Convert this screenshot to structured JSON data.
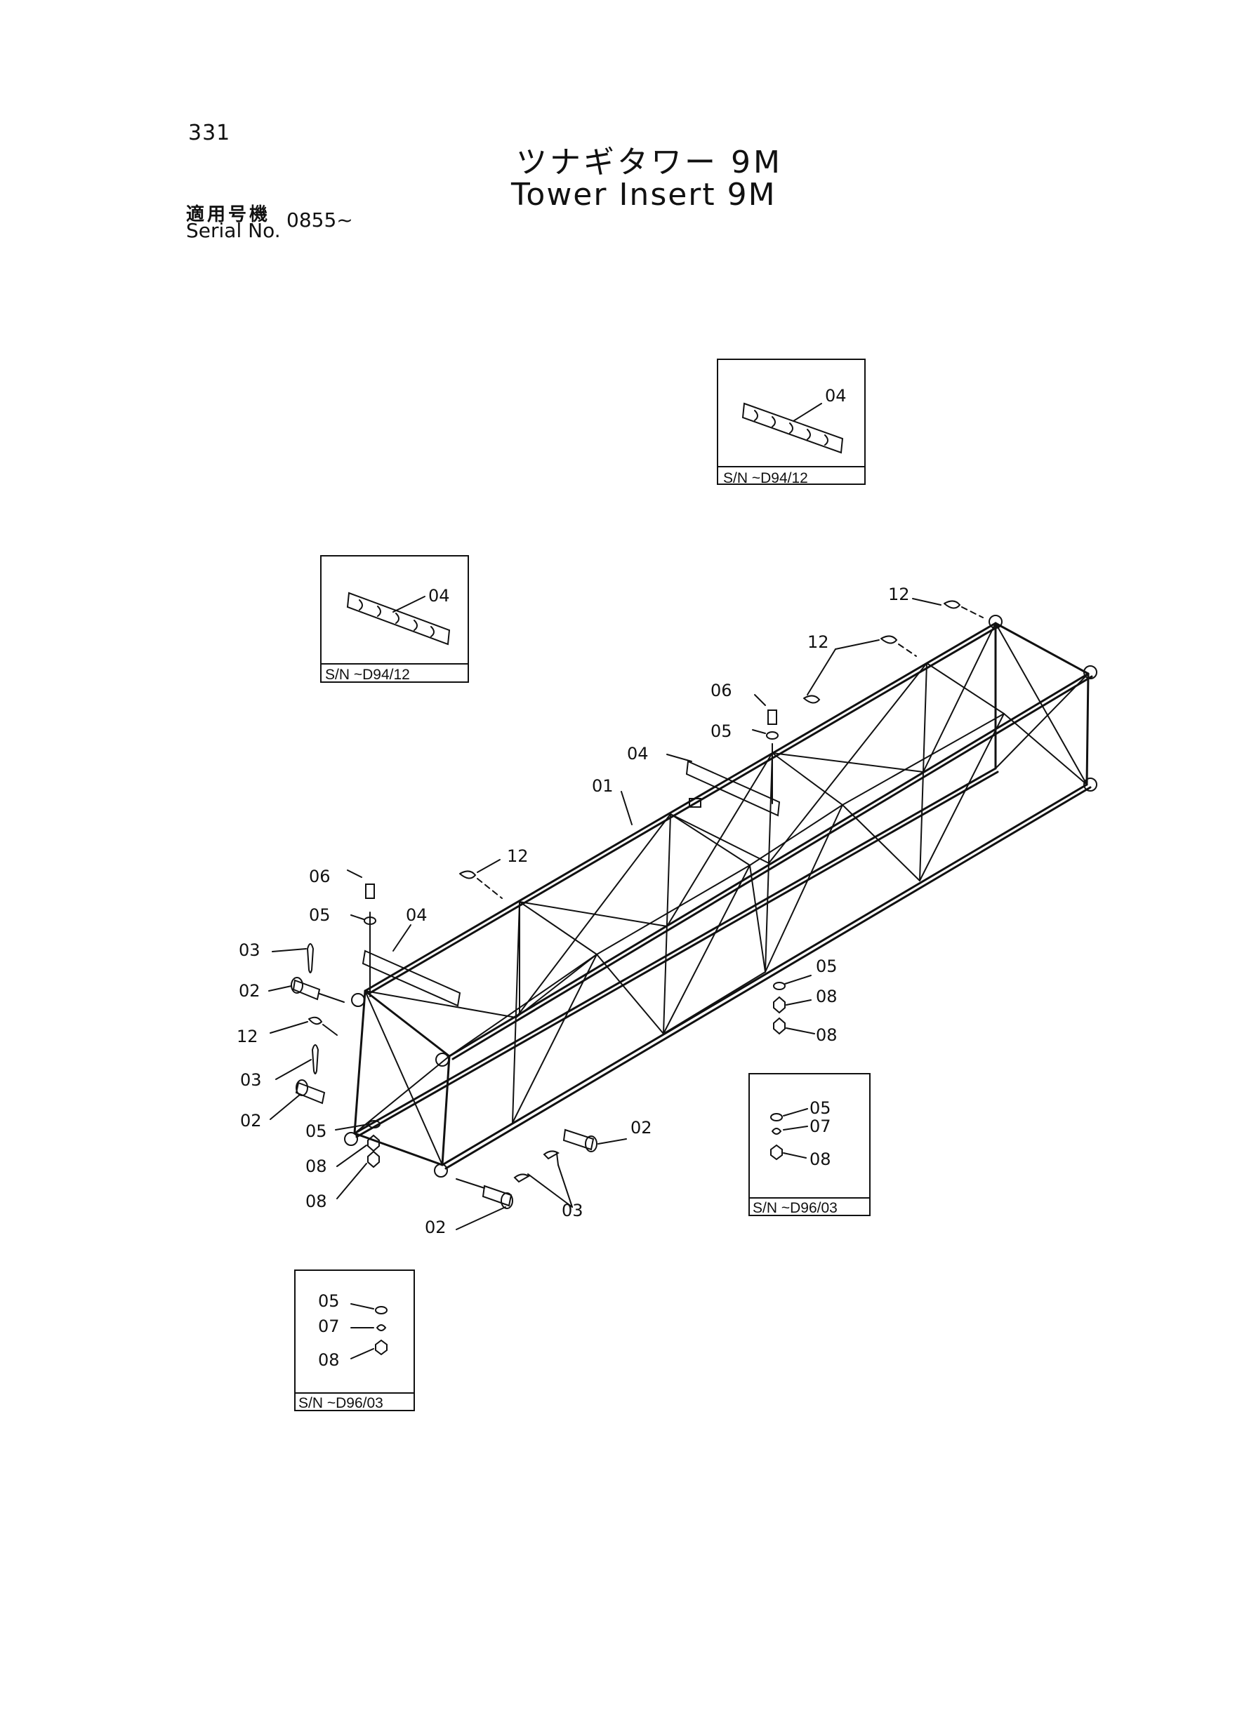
{
  "page_number": "331",
  "title_jp": "ツナギタワー 9M",
  "title_en": "Tower Insert 9M",
  "serial_label_jp": "適用号機",
  "serial_label_en": "Serial No.",
  "serial_value": "0855~",
  "inset_boxes": [
    {
      "labels": [
        "04"
      ],
      "serial": "S/N ~D94/12"
    },
    {
      "labels": [
        "04"
      ],
      "serial": "S/N ~D94/12"
    },
    {
      "labels": [
        "05",
        "07",
        "08"
      ],
      "serial": "S/N ~D96/03"
    },
    {
      "labels": [
        "05",
        "07",
        "08"
      ],
      "serial": "S/N ~D96/03"
    }
  ],
  "callouts": {
    "c01": "01",
    "c02a": "02",
    "c02b": "02",
    "c02c": "02",
    "c02d": "02",
    "c03a": "03",
    "c03b": "03",
    "c03c": "03",
    "c04a": "04",
    "c04b": "04",
    "c05a": "05",
    "c05b": "05",
    "c05c": "05",
    "c06a": "06",
    "c06b": "06",
    "c08a": "08",
    "c08b": "08",
    "c08c": "08",
    "c08d": "08",
    "c12a": "12",
    "c12b": "12",
    "c12c": "12",
    "c12d": "12"
  }
}
